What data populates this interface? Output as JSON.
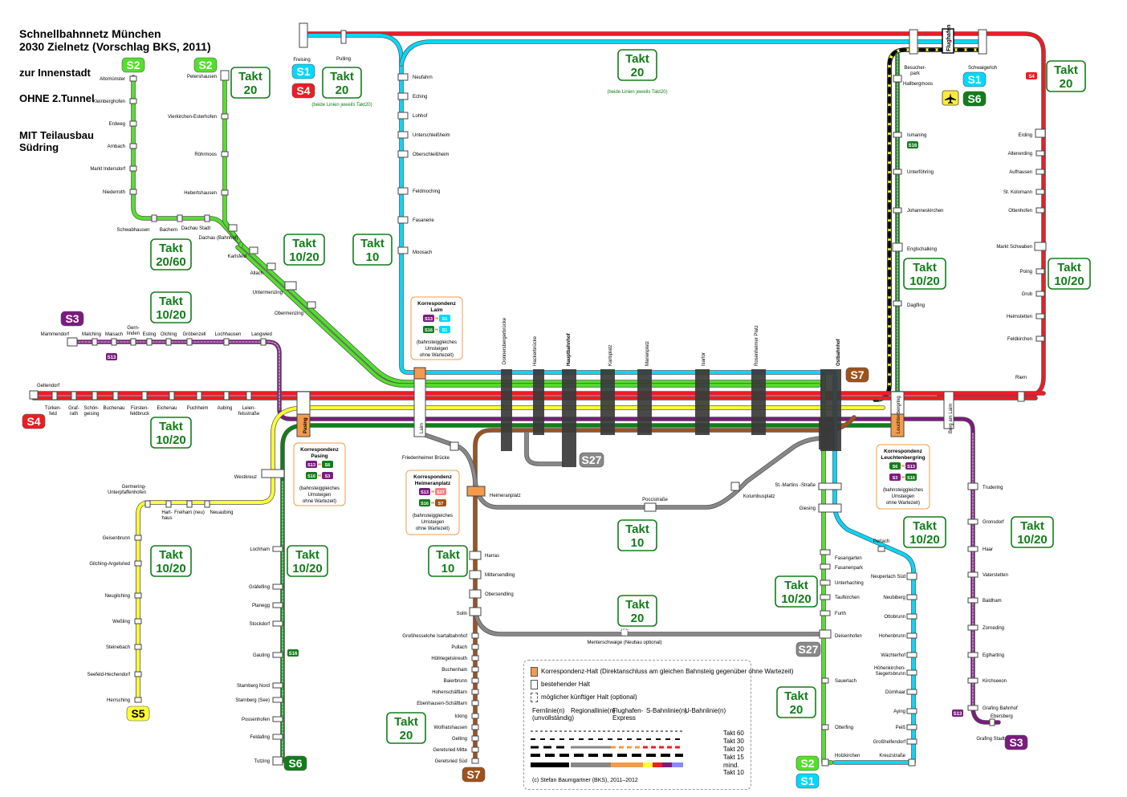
{
  "header": {
    "title": "Schnellbahnnetz München",
    "subtitle": "2030 Zielnetz (Vorschlag BKS, 2011)",
    "direction": "zur Innenstadt",
    "no_tunnel": "OHNE 2.Tunnel",
    "partial": "MIT Teilausbau Südring"
  },
  "colors": {
    "S1": "#00d8ff",
    "S2": "#52e02a",
    "S3": "#7b1b7e",
    "S4": "#ee1c24",
    "S5": "#ffff33",
    "S6": "#127d1a",
    "S7": "#a0521c",
    "S27": "#888888",
    "takt_green": "#127d1a",
    "airport": "#000000",
    "korrespondenz": "#f39b4b"
  },
  "line_badges": {
    "S2_west": "S2",
    "S2_dachau": "S2",
    "S3_west": "S3",
    "S4_west": "S4",
    "S1_north": "S1",
    "S4_north": "S4",
    "S1_airport": "S1",
    "S6_airport": "S6",
    "S5_south": "S5",
    "S6_south": "S6",
    "S7_south": "S7",
    "S7_east": "S7",
    "S27_center": "S27",
    "S27_south": "S27",
    "S2_bottom": "S2",
    "S1_bottom": "S1",
    "S3_east": "S3",
    "S4_small": "S4"
  },
  "takt": {
    "takt_word": "Takt",
    "t_s2_dachau": "20",
    "t_s1_north": "20",
    "t_ring_top": "20",
    "t_s4_east": "20",
    "t_s2_ww": "20/60",
    "t_s2_dachau2": "10/20",
    "t_s1_feld": "10",
    "t_s3_west": "10/20",
    "t_s4_west": "10/20",
    "t_s5": "10/20",
    "t_s6_lochham": "10/20",
    "t_s16": "10/20",
    "t_s4_poing": "10/20",
    "t_s7_harras": "10",
    "t_poccistr": "10",
    "t_s7_south": "20",
    "t_menter": "20",
    "t_s2_fasan": "10/20",
    "t_s1_perlach": "10/20",
    "t_s2_sauer": "20",
    "t_s6_trudering": "10/20"
  },
  "notes": {
    "pulling_note": "(beide Linien jeweils Takt20)",
    "ring_note": "(beide Linien jeweils Takt20)",
    "menter": "Menterschwaige (Neubau optional)",
    "airport_label": "Flughafen"
  },
  "korr": {
    "laim": {
      "title": "Korrespondenz Laim",
      "l1a": "S13",
      "l1b": "S1",
      "l2a": "S16",
      "l2b": "S1",
      "note": "(bahnsteiggleiches Umsteigen ohne Wartezeit)"
    },
    "pasing": {
      "title": "Korrespondenz Pasing",
      "l1a": "S13",
      "l1b": "S6",
      "l2a": "S16",
      "l2b": "S3",
      "note": "(bahnsteiggleiches Umsteigen ohne Wartezeit)"
    },
    "heimeran": {
      "title": "Korrespondenz Heimeranplatz",
      "l1a": "S13",
      "l1b": "S27",
      "l2a": "S16",
      "l2b": "S7",
      "note": "(bahnsteiggleiches Umsteigen ohne Wartezeit)"
    },
    "leuchten": {
      "title": "Korrespondenz Leuchtenbergring",
      "l1a": "S6",
      "l1b": "S13",
      "l2a": "S3",
      "l2b": "S16",
      "note": "(bahnsteiggleiches Umsteigen ohne Wartezeit)"
    }
  },
  "small_badges": {
    "s13_west": "S13",
    "s16_east": "S16",
    "s16_south": "S16",
    "s13_east": "S13"
  },
  "stations": {
    "altomuenster": "Altomünster",
    "kleinberghofen": "Kleinberghofen",
    "erdweg": "Erdweg",
    "arnbach": "Arnbach",
    "markt_indersdorf": "Markt Indersdorf",
    "niederroth": "Niederroth",
    "schwabhausen": "Schwabhausen",
    "bachern": "Bachern",
    "dachau_stadt": "Dachau Stadt",
    "dachau_bf": "Dachau (Bahnhof)",
    "petershausen": "Petershausen",
    "vierkirchen": "Vierkirchen-Esterhofen",
    "roehrmoos": "Röhrmoos",
    "hebertshausen": "Hebertshausen",
    "karlsfeld": "Karlsfeld",
    "allach": "Allach",
    "untermenzing": "Untermenzing",
    "obermenzing": "Obermenzing",
    "freising": "Freising",
    "pulling": "Pulling",
    "neufahrn": "Neufahrn",
    "eching": "Eching",
    "lohhof": "Lohhof",
    "unterschleissheim": "Unterschleißheim",
    "oberschleissheim": "Oberschleißheim",
    "feldmoching": "Feldmoching",
    "fasanerie": "Fasanerie",
    "moosach": "Moosach",
    "mammendorf": "Mammendorf",
    "malching": "Malching",
    "maisach": "Maisach",
    "gernlinden": "Gern- linden",
    "esting": "Esting",
    "olching": "Olching",
    "groebenzell": "Gröbenzell",
    "lochhausen": "Lochhausen",
    "langwied": "Langwied",
    "geltendorf": "Geltendorf",
    "tuerkenfeld": "Türken- feld",
    "grafrath": "Graf- rath",
    "schoengeising": "Schön- geising",
    "buchenau": "Buchenau",
    "fuerstenfeldbruck": "Fürsten- feldbruck",
    "eichenau": "Eichenau",
    "puchheim": "Puchheim",
    "aubing": "Aubing",
    "leienfelsstrasse": "Leien- felsstraße",
    "pasing": "Pasing",
    "laim": "Laim",
    "donnersberger": "Donnersbergerbrücke",
    "hacker": "Hackerbrücke",
    "hbf": "Hauptbahnhof",
    "karlsplatz": "Karlsplatz",
    "marienplatz": "Marienplatz",
    "isartor": "Isartor",
    "rosenheimer": "Rosenheimer Platz",
    "ostbahnhof": "Ostbahnhof",
    "westkreuz": "Westkreuz",
    "germering": "Germering- Unterpfaffenhofen",
    "harthaus": "Hart- haus",
    "freiham": "Freiham (neu)",
    "neuaubing": "Neuaubing",
    "geisenbrunn": "Geisenbrunn",
    "gilching": "Gilching-Argelsried",
    "neugilching": "Neugilching",
    "wessling": "Weßling",
    "steinebach": "Steinebach",
    "seefeld": "Seefeld-Hechendorf",
    "herrsching": "Herrsching",
    "lochham": "Lochham",
    "graefelfing": "Gräfelfing",
    "planegg": "Planegg",
    "stockdorf": "Stockdorf",
    "gauting": "Gauting",
    "starnberg_nord": "Starnberg Nord",
    "starnberg_see": "Starnberg (See)",
    "possenhofen": "Possenhofen",
    "feldafing": "Feldafing",
    "tutzing": "Tutzing",
    "friedenheimer": "Friedenheimer Brücke",
    "heimeranplatz": "Heimeranplatz",
    "harras": "Harras",
    "mittersendling": "Mittersendling",
    "obersendling": "Obersendling",
    "solln": "Solln",
    "grosshesselohe": "Großhesselohe Isartalbahnhof",
    "pullach": "Pullach",
    "hoellriegelskreuth": "Höllriegelskreuth",
    "buchenhain": "Buchenhain",
    "baierbrunn": "Baierbrunn",
    "hohenschaeftlarn": "Hohenschäftlarn",
    "ebenhausen": "Ebenhausen-Schäftlarn",
    "icking": "Icking",
    "wolfratshausen": "Wolfratshausen",
    "gelting": "Gelting",
    "geretsried_mitte": "Geretsried Mitte",
    "geretsried_sued": "Geretsried Süd",
    "poccistrasse": "Poccistraße",
    "kolumbusplatz": "Kolumbusplatz",
    "st_martin": "St.-Martins -Straße",
    "giesing": "Giesing",
    "fasangarten": "Fasangarten",
    "fasanenpark": "Fasanenpark",
    "unterhaching": "Unterhaching",
    "taufkirchen": "Taufkirchen",
    "furth": "Furth",
    "deisenhofen": "Deisenhofen",
    "sauerlach": "Sauerlach",
    "otterfing": "Otterfing",
    "holzkirchen": "Holzkirchen",
    "perlach": "Perlach",
    "neuperlach_sued": "Neuperlach Süd",
    "neubiberg": "Neubiberg",
    "ottobrunn": "Ottobrunn",
    "hohenbrunn": "Hohenbrunn",
    "waechterhof": "Wächterhof",
    "hoehenkirchen": "Höhenkirchen- Siegertsbrunn",
    "duernhaar": "Dürnhaar",
    "aying": "Aying",
    "peiss": "Peiß",
    "grosshelfendorf": "Großhelfendorf",
    "kreuzstrasse": "Kreuzstraße",
    "leuchtenbergring": "Leuchtenbergring",
    "berg_am_laim": "Berg am Laim",
    "riem": "Riem",
    "trudering": "Trudering",
    "gronsdorf": "Gronsdorf",
    "haar": "Haar",
    "vaterstetten": "Vaterstetten",
    "baldham": "Baldham",
    "zorneding": "Zorneding",
    "eglharting": "Eglharting",
    "kirchseeon": "Kirchseeon",
    "grafing_bf": "Grafing Bahnhof",
    "ebersberg": "Ebersberg",
    "grafing_stadt": "Grafing Stadt",
    "ismaning": "Ismaning",
    "unterfoehring": "Unterföhring",
    "johanneskirchen": "Johanneskirchen",
    "englschalking": "Englschalking",
    "daglfing": "Daglfing",
    "besucherpark": "Besucher- park",
    "hallbergmoos": "Hallbergmoos",
    "schwaigerloh": "Schwaigerloh",
    "erding": "Erding",
    "altenerding": "Altenerding",
    "aufhausen": "Aufhausen",
    "st_kolomann": "St. Kolomann",
    "ottenhofen": "Ottenhofen",
    "markt_schwaben": "Markt Schwaben",
    "poing": "Poing",
    "grub": "Grub",
    "heimstetten": "Heimstetten",
    "feldkirchen": "Feldkirchen"
  },
  "legend": {
    "korr_halt": "Korrespondenz-Halt (Direktanschluss am gleichen Bahnsteig gegenüber ohne Wartezeit)",
    "bestehend": "bestehender Halt",
    "moeglich": "möglicher künftiger Halt (optional)",
    "col_fern": "Fernlinie(n) (unvollständig)",
    "col_regional": "Regionallinie(n)",
    "col_flughafen": "Flughafen- Express",
    "col_sbahn": "S-Bahnlinie(n)",
    "col_ubahn": "U-Bahnlinie(n)",
    "takt60": "Takt 60",
    "takt30": "Takt 30",
    "takt20": "Takt 20",
    "takt15": "Takt 15",
    "takt10": "mind. Takt 10",
    "copyright": "(c) Stefan Baumgartner (BKS), 2011–2012"
  }
}
